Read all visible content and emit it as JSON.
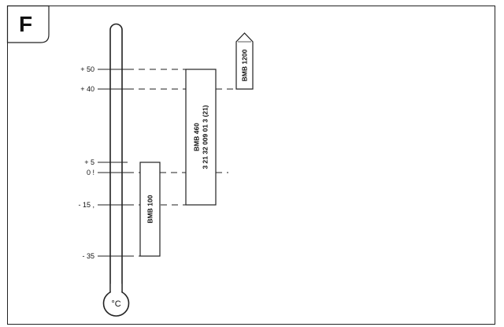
{
  "panel_letter": "F",
  "unit_label": "°C",
  "scale": [
    {
      "label": "+ 50",
      "value": 50
    },
    {
      "label": "+ 40",
      "value": 40
    },
    {
      "label": "+ 5",
      "value": 5
    },
    {
      "label": "0 !",
      "value": 0
    },
    {
      "label": "- 15 ,",
      "value": -15
    },
    {
      "label": "- 35",
      "value": -35
    }
  ],
  "products": [
    {
      "name": "BMB 1200",
      "lines": [
        "BMB 1200"
      ],
      "min": 40,
      "max": 50,
      "arrow": true
    },
    {
      "name": "BMB 460",
      "lines": [
        "BMB 460",
        "3 21 32 009 01 3 (21)"
      ],
      "min": -15,
      "max": 50,
      "arrow": false
    },
    {
      "name": "BMB 100",
      "lines": [
        "BMB 100"
      ],
      "min": -35,
      "max": 5,
      "arrow": false
    }
  ]
}
